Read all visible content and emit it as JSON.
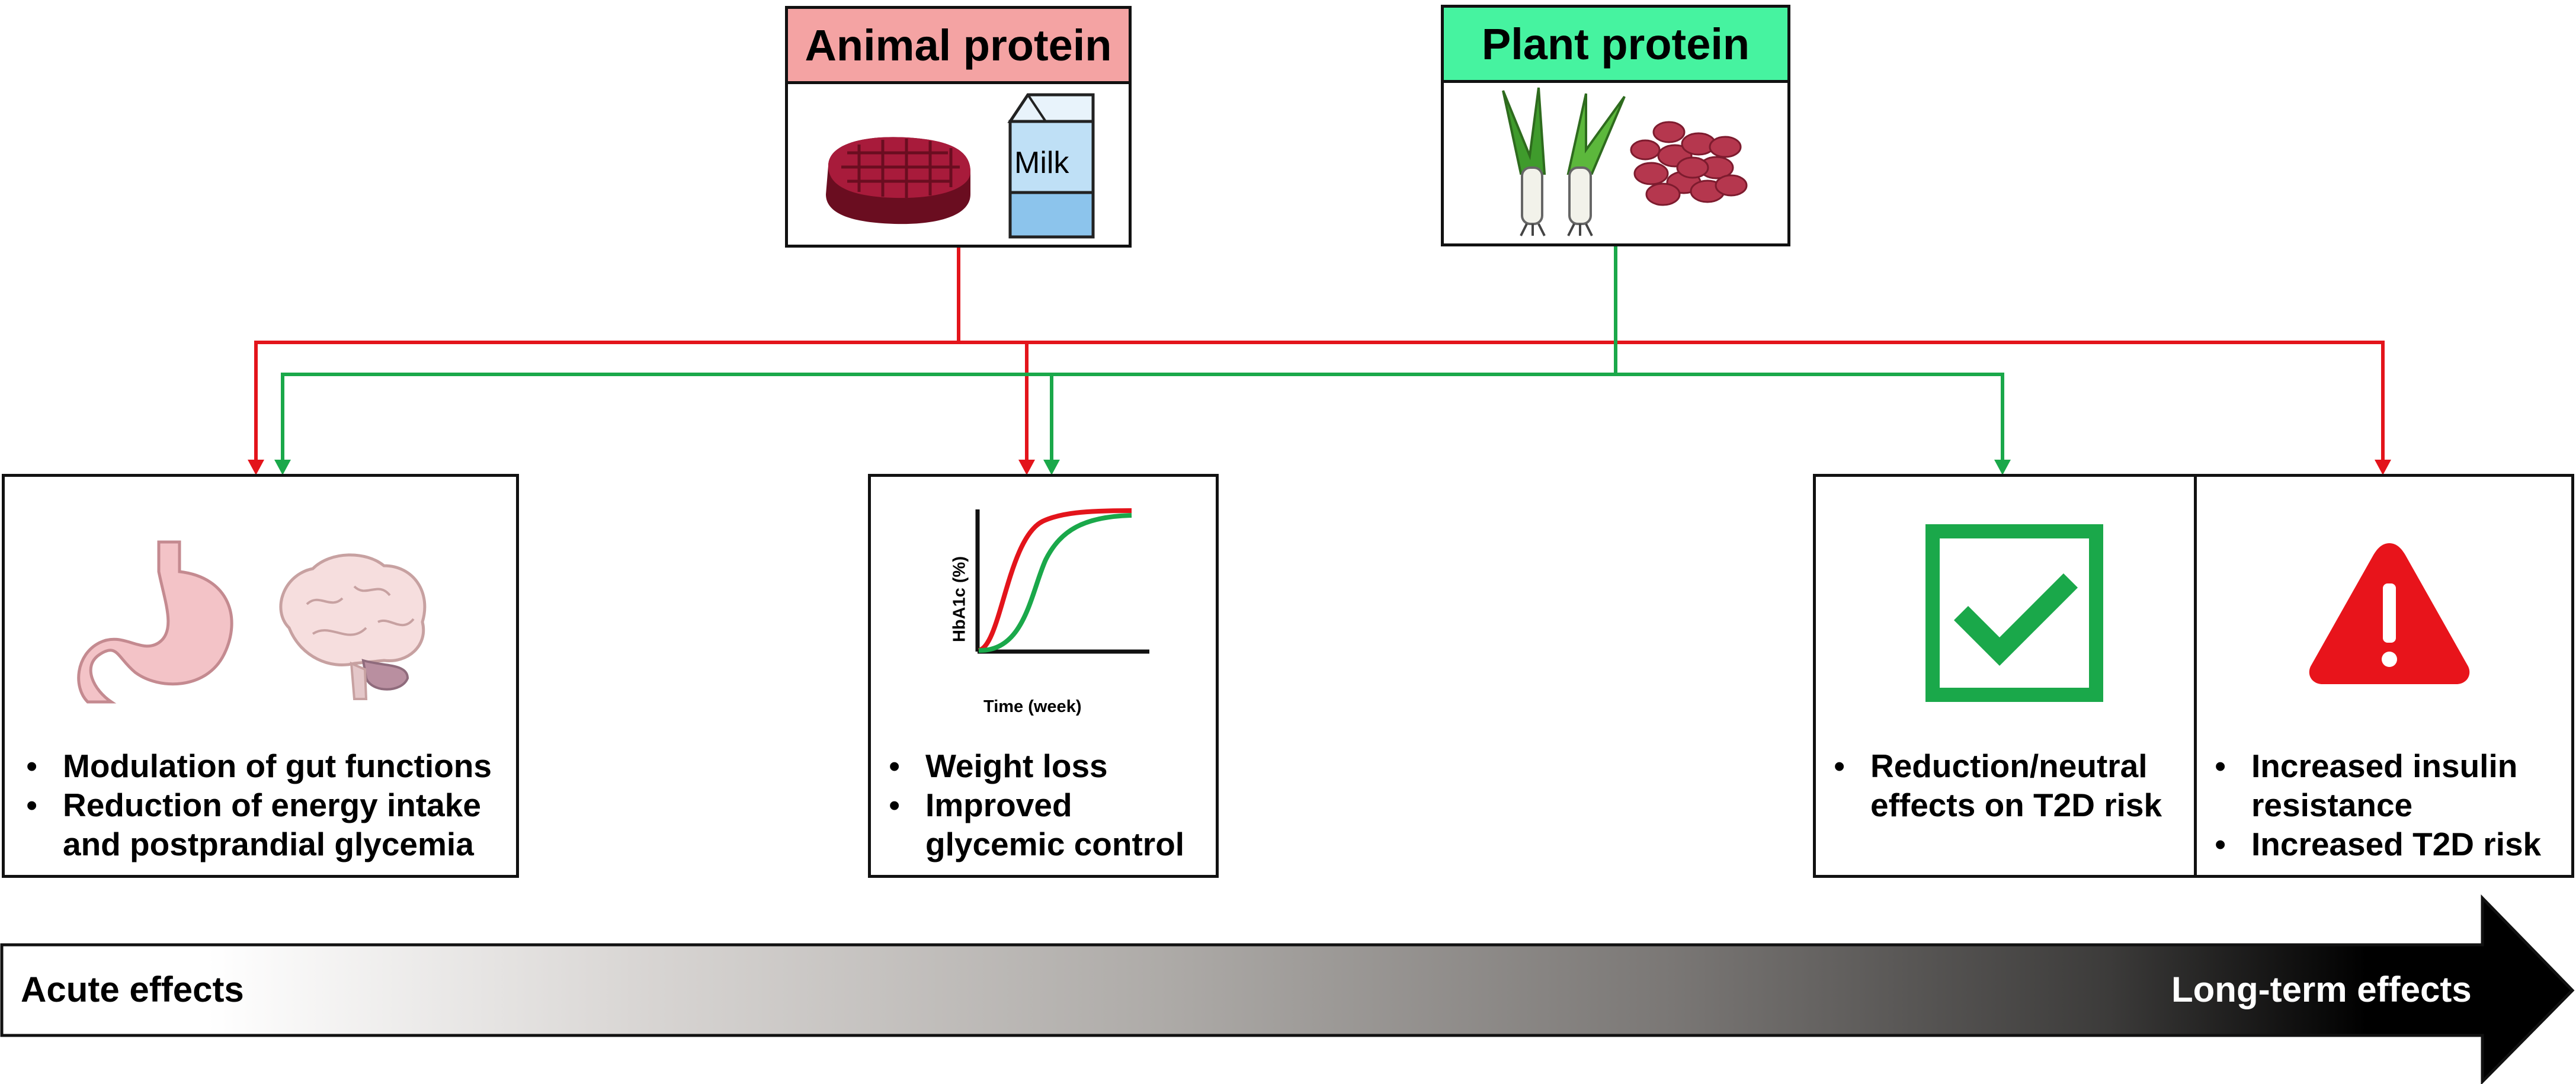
{
  "sources": [
    {
      "title": "Animal protein",
      "header_color": "#f4a3a3",
      "line_color": "#e3141b"
    },
    {
      "title": "Plant protein",
      "header_color": "#46f3a0",
      "line_color": "#1aa84a"
    }
  ],
  "icons": [
    "steak-icon",
    "milk-carton-icon",
    "leek-icon",
    "kidney-beans-icon",
    "stomach-icon",
    "brain-icon",
    "checkmark-icon",
    "warning-triangle-icon"
  ],
  "milk_label": "Milk",
  "outcomes": [
    {
      "id": "gut",
      "bullets": [
        "Modulation of gut functions",
        "Reduction of energy intake and postprandial glycemia"
      ]
    },
    {
      "id": "weight",
      "bullets": [
        "Weight loss",
        "Improved glycemic control"
      ]
    },
    {
      "id": "neutral",
      "bullets": [
        "Reduction/neutral effects on T2D risk"
      ]
    },
    {
      "id": "risk",
      "bullets": [
        "Increased insulin resistance",
        "Increased T2D risk"
      ]
    }
  ],
  "mini_chart": {
    "ylabel": "HbA1c (%)",
    "xlabel": "Time (week)"
  },
  "timeline": {
    "start_label": "Acute effects",
    "end_label": "Long-term effects"
  }
}
